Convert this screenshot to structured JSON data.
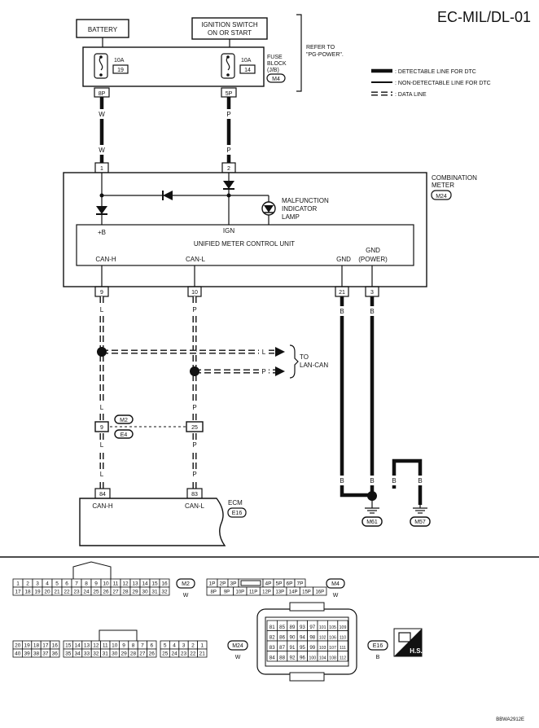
{
  "header": {
    "code": "EC-MIL/DL-01",
    "figure_id": "BBWA2912E"
  },
  "legend": {
    "detectable": ": DETECTABLE LINE FOR DTC",
    "non_detectable": ": NON-DETECTABLE LINE FOR DTC",
    "data_line": ": DATA LINE"
  },
  "top": {
    "battery": "BATTERY",
    "ignition_1": "IGNITION SWITCH",
    "ignition_2": "ON OR START",
    "refer_1": "REFER TO",
    "refer_2": "\"PG-POWER\".",
    "fuse_block_1": "FUSE",
    "fuse_block_2": "BLOCK",
    "fuse_block_3": "(J/B)",
    "fuse_block_conn": "M4",
    "fuse1_amp": "10A",
    "fuse1_num": "19",
    "fuse2_amp": "10A",
    "fuse2_num": "14",
    "pin_8p": "8P",
    "pin_5p": "5P",
    "w": "W",
    "p": "P"
  },
  "meter": {
    "title_1": "COMBINATION",
    "title_2": "METER",
    "conn": "M24",
    "pin1": "1",
    "pin2": "2",
    "mil_1": "MALFUNCTION",
    "mil_2": "INDICATOR",
    "mil_3": "LAMP",
    "plus_b": "+B",
    "ign": "IGN",
    "unit": "UNIFIED METER CONTROL UNIT",
    "can_h": "CAN-H",
    "can_l": "CAN-L",
    "gnd": "GND",
    "gnd_power_1": "GND",
    "gnd_power_2": "(POWER)",
    "pin9": "9",
    "pin10": "10",
    "pin21": "21",
    "pin3": "3"
  },
  "harness": {
    "l": "L",
    "p": "P",
    "b": "B",
    "to_lan_1": "TO",
    "to_lan_2": "LAN-CAN",
    "m2": "M2",
    "e4": "E4",
    "j9": "9",
    "j25": "25"
  },
  "ecm": {
    "title": "ECM",
    "conn": "E16",
    "pin84": "84",
    "pin83": "83",
    "can_h": "CAN-H",
    "can_l": "CAN-L",
    "gnd1": "M61",
    "gnd2": "M57"
  },
  "connectors": {
    "m2": {
      "id": "M2",
      "color": "W",
      "row1": [
        "1",
        "2",
        "3",
        "4",
        "5",
        "6",
        "7",
        "8",
        "9",
        "10",
        "11",
        "12",
        "13",
        "14",
        "15",
        "16"
      ],
      "row2": [
        "17",
        "18",
        "19",
        "20",
        "21",
        "22",
        "23",
        "24",
        "25",
        "26",
        "27",
        "28",
        "29",
        "30",
        "31",
        "32"
      ]
    },
    "m4": {
      "id": "M4",
      "color": "W",
      "row1": [
        "1P",
        "2P",
        "3P",
        "",
        "4P",
        "5P",
        "6P",
        "7P"
      ],
      "row2": [
        "8P",
        "9P",
        "10P",
        "11P",
        "12P",
        "13P",
        "14P",
        "15P",
        "16P"
      ]
    },
    "m24": {
      "id": "M24",
      "color": "W",
      "row1": [
        "20",
        "19",
        "18",
        "17",
        "16",
        "",
        "15",
        "14",
        "13",
        "12",
        "11",
        "10",
        "9",
        "8",
        "7",
        "6",
        "",
        "5",
        "4",
        "3",
        "2",
        "1"
      ],
      "row2": [
        "40",
        "39",
        "38",
        "37",
        "36",
        "",
        "35",
        "34",
        "33",
        "32",
        "31",
        "30",
        "29",
        "28",
        "27",
        "26",
        "",
        "25",
        "24",
        "23",
        "22",
        "21"
      ]
    },
    "e16": {
      "id": "E16",
      "color": "B",
      "rows": [
        [
          "81",
          "85",
          "89",
          "93",
          "97",
          "101",
          "105",
          "109"
        ],
        [
          "82",
          "86",
          "90",
          "94",
          "98",
          "102",
          "106",
          "110"
        ],
        [
          "83",
          "87",
          "91",
          "95",
          "99",
          "103",
          "107",
          "111"
        ],
        [
          "84",
          "88",
          "92",
          "96",
          "100",
          "104",
          "108",
          "112"
        ]
      ]
    },
    "hs": "H.S."
  }
}
